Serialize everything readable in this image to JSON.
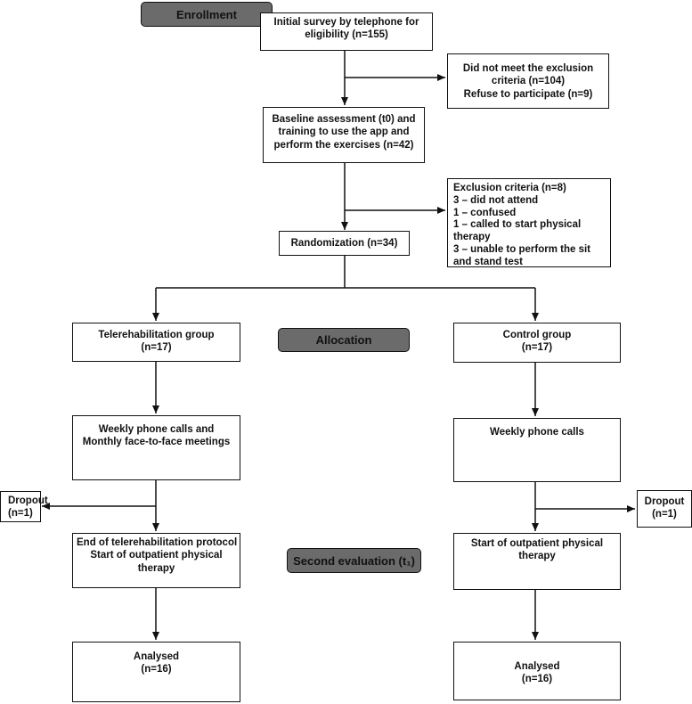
{
  "stages": {
    "enrollment": "Enrollment",
    "allocation": "Allocation",
    "second_evaluation": "Second evaluation (t₁)"
  },
  "boxes": {
    "initial_survey": [
      "Initial survey by telephone for",
      "eligibility (n=155)"
    ],
    "did_not_meet": [
      "Did not meet the exclusion",
      "criteria (n=104)",
      "Refuse to participate (n=9)"
    ],
    "baseline": [
      "Baseline assessment (t0) and",
      "training to use the app and",
      "perform the exercises (n=42)"
    ],
    "exclusion": [
      "Exclusion criteria (n=8)",
      "3 – did not attend",
      "1 – confused",
      "1 – called to start physical",
      "therapy",
      "3 – unable to perform the sit",
      "and stand test"
    ],
    "randomization": [
      "Randomization (n=34)"
    ],
    "telerehab_group": [
      "Telerehabilitation group",
      "(n=17)"
    ],
    "control_group": [
      "Control group",
      "(n=17)"
    ],
    "weekly_monthly": [
      "Weekly phone calls and",
      "Monthly face-to-face meetings"
    ],
    "weekly_control": [
      "Weekly phone calls"
    ],
    "dropout_left": [
      "Dropout",
      "(n=1)"
    ],
    "dropout_right": [
      "Dropout",
      "(n=1)"
    ],
    "end_telerehab": [
      "End of telerehabilitation protocol",
      "Start of outpatient physical",
      "therapy"
    ],
    "start_outpatient": [
      "Start of outpatient physical",
      "therapy"
    ],
    "analysed_left": [
      "Analysed",
      "(n=16)"
    ],
    "analysed_right": [
      "Analysed",
      "(n=16)"
    ]
  },
  "colors": {
    "stage_fill": "#6b6b6b",
    "border": "#111111",
    "arrow": "#111111"
  }
}
